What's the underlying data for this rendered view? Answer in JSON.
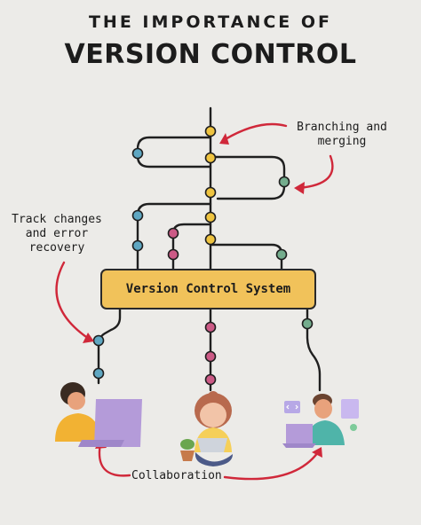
{
  "title": {
    "line1": "THE IMPORTANCE OF",
    "line2": "VERSION CONTROL"
  },
  "labels": {
    "branching": [
      "Branching and",
      "merging"
    ],
    "track": [
      "Track changes",
      "and error",
      "recovery"
    ],
    "system": "Version Control System",
    "collaboration": "Collaboration"
  },
  "colors": {
    "background": "#ecebe8",
    "line": "#1f1f1f",
    "system_box": "#f1c25a",
    "arrow": "#d0283a",
    "commit_yellow": "#efc440",
    "commit_blue": "#5fa7c2",
    "commit_green": "#74ad8d",
    "commit_pink": "#cc5a86"
  },
  "icons": [
    "developer-laptop-figure",
    "developer-laptop-figure",
    "developer-laptop-figure",
    "code-panel-icon"
  ]
}
